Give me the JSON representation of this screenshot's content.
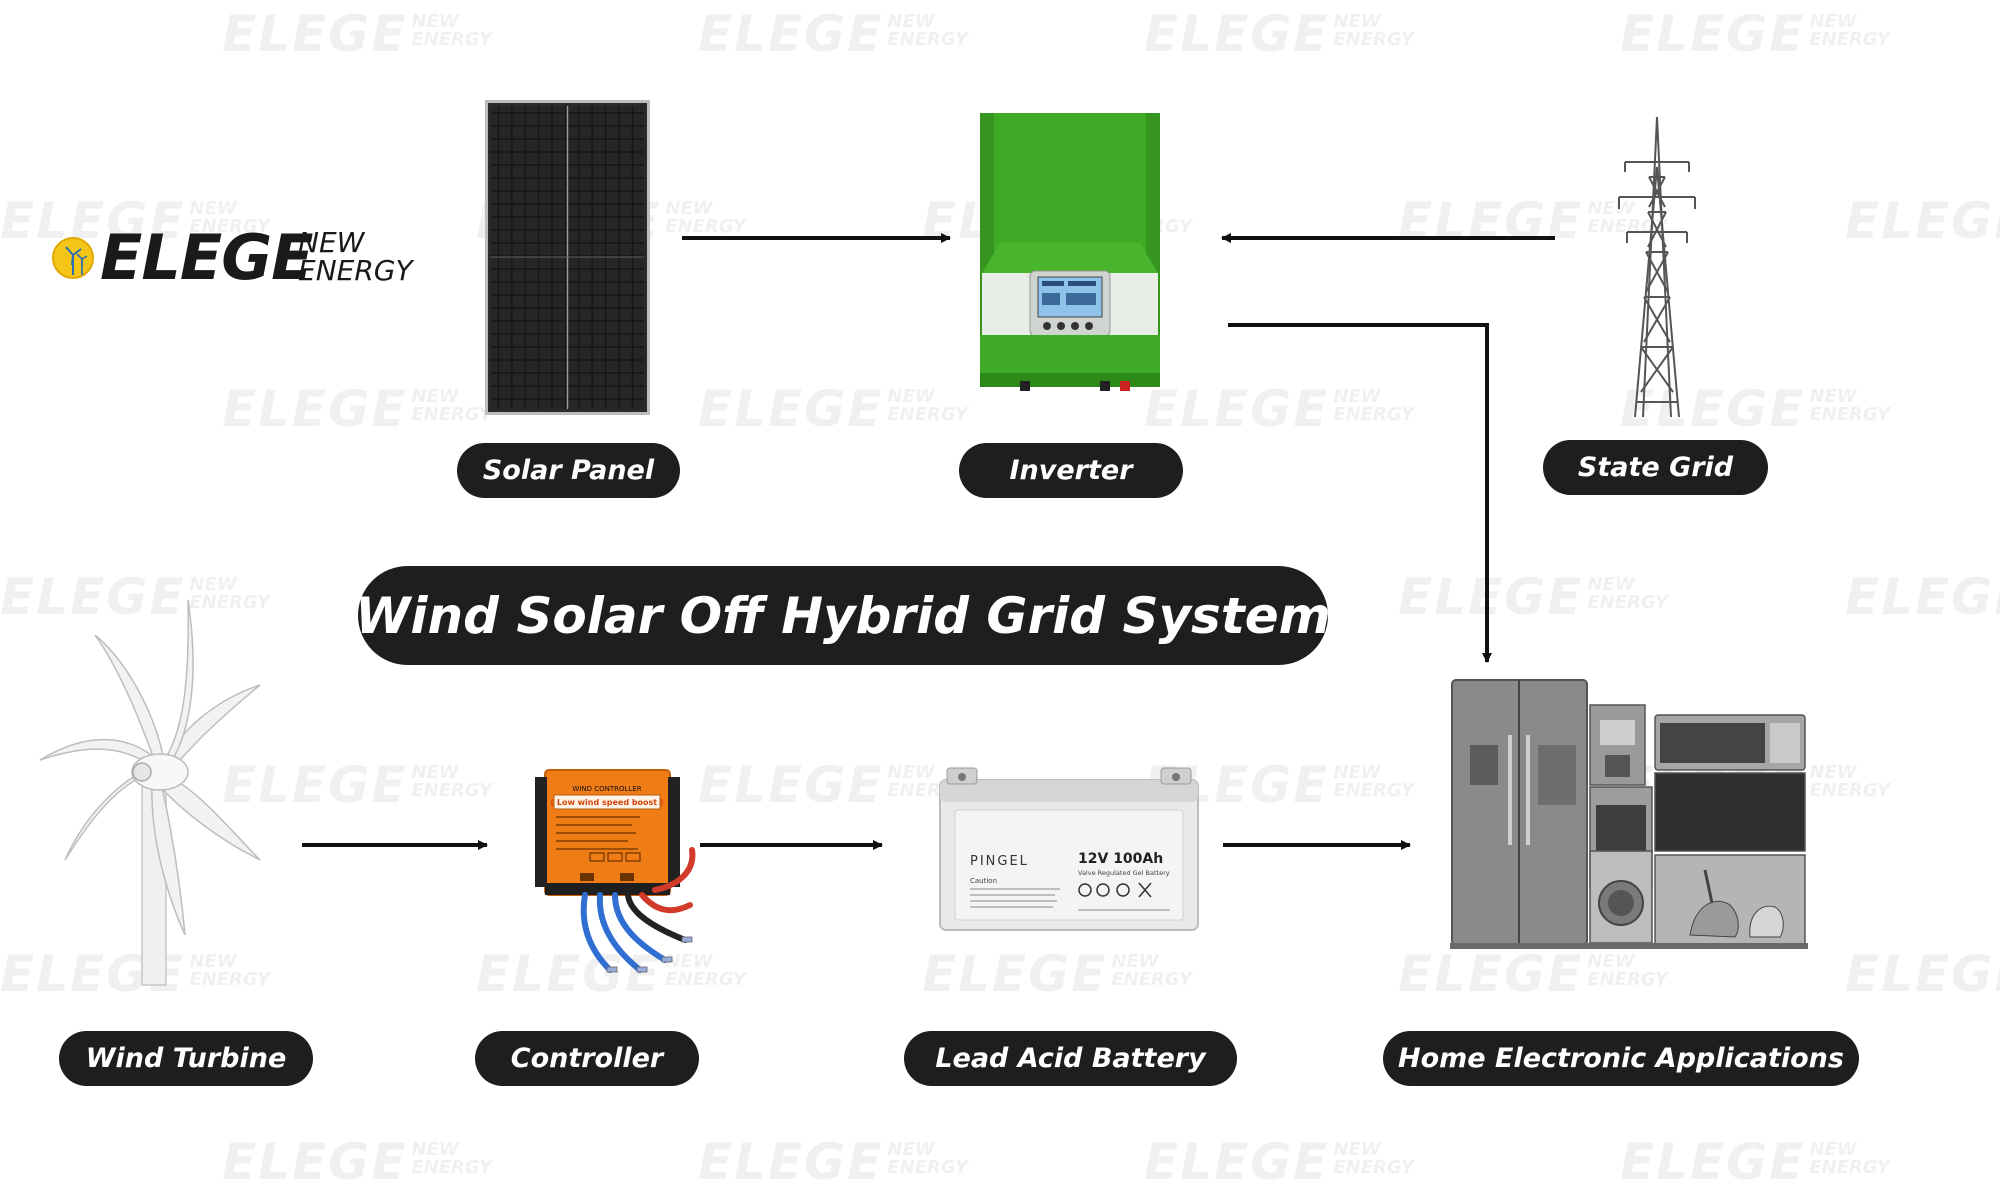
{
  "title": "Wind Solar Off Hybrid Grid System",
  "brand": {
    "name": "ELEGE",
    "tag_line_1": "NEW",
    "tag_line_2": "ENERGY"
  },
  "watermark": {
    "big": "ELEGE",
    "small_1": "NEW",
    "small_2": "ENERGY"
  },
  "components": {
    "solar_panel": "Solar Panel",
    "inverter": "Inverter",
    "state_grid": "State Grid",
    "wind_turbine": "Wind Turbine",
    "controller": "Controller",
    "battery": "Lead Acid Battery",
    "home": "Home Electronic Applications"
  },
  "product_text": {
    "controller_title": "WIND CONTROLLER",
    "controller_subtitle": "( Low wind speed boost )",
    "battery_brand": "PINGEL",
    "battery_spec": "12V 100Ah",
    "battery_type": "Valve Regulated Gel Battery",
    "battery_caution": "Caution"
  },
  "colors": {
    "pill": "#1e1e1e",
    "inverter_green": "#3faa26",
    "controller_orange": "#f07c16",
    "logo_sun": "#f5c518"
  },
  "icons": {
    "logo": "sun-wind-turbine-icon"
  }
}
